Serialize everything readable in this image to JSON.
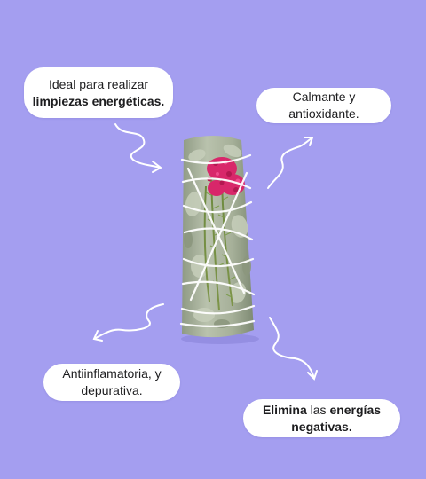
{
  "colors": {
    "background": "#A49EF0",
    "bubble": "#FFFFFF",
    "text": "#1D1D1F",
    "arrow": "#FFFFFF"
  },
  "callouts": {
    "top_left": {
      "line1": "Ideal para realizar",
      "line2_bold": "limpiezas energéticas."
    },
    "top_right": {
      "line1": "Calmante y",
      "line2": "antioxidante."
    },
    "bottom_left": {
      "line1": "Antiinflamatoria, y",
      "line2": "depurativa."
    },
    "bottom_right": {
      "bold1": "Elimina",
      "text1": " las ",
      "bold2": "energías",
      "line2_bold": "negativas."
    }
  }
}
